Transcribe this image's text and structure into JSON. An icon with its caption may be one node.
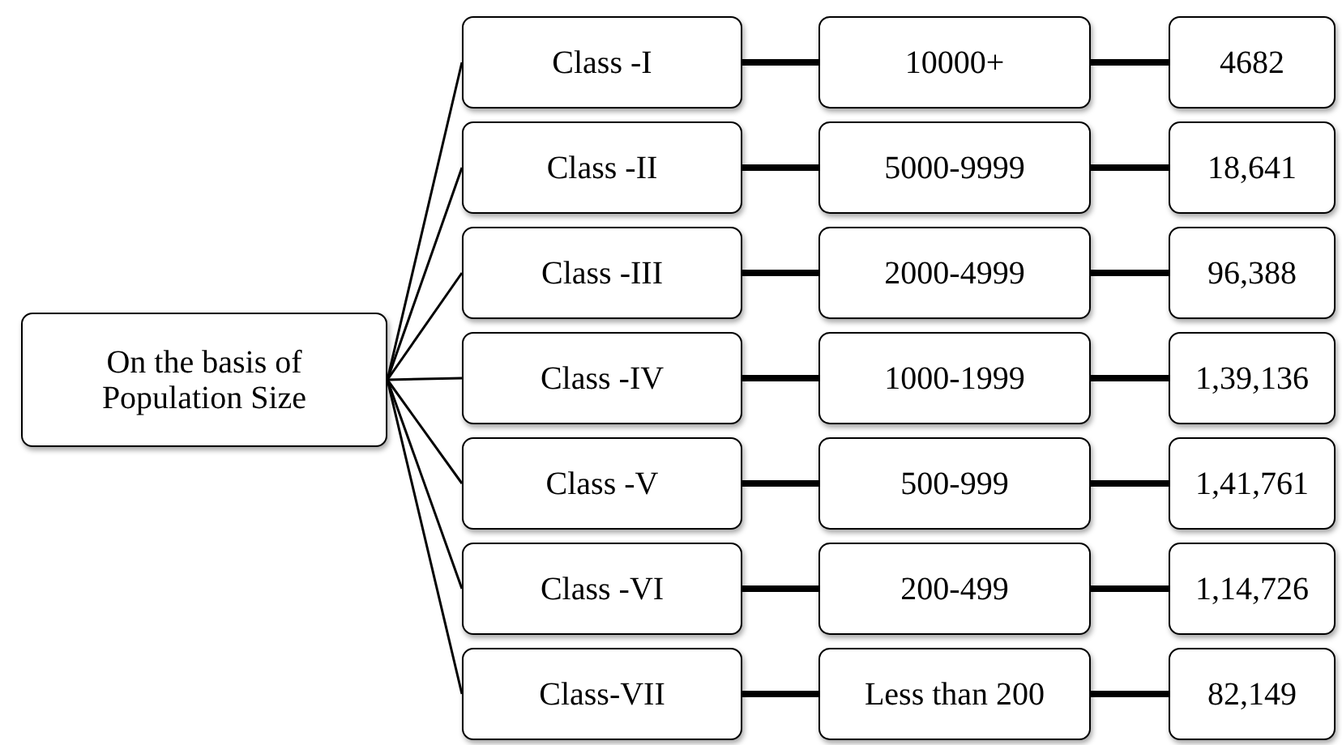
{
  "diagram": {
    "nodes": [
      {
        "text": [
          "On the basis of Population Size"
        ]
      },
      {
        "text": [
          "Class -I"
        ]
      },
      {
        "text": [
          "10000+"
        ]
      },
      {
        "text": [
          "4682"
        ]
      },
      {
        "text": [
          "Class -II"
        ]
      },
      {
        "text": [
          "5000-9999"
        ]
      },
      {
        "text": [
          "18,641"
        ]
      },
      {
        "text": [
          "Class -III"
        ]
      },
      {
        "text": [
          "2000-4999"
        ]
      },
      {
        "text": [
          "96,388"
        ]
      },
      {
        "text": [
          "Class -IV"
        ]
      },
      {
        "text": [
          "1000-1999"
        ]
      },
      {
        "text": [
          "1,39,136"
        ]
      },
      {
        "text": [
          "Class -V"
        ]
      },
      {
        "text": [
          "500-999"
        ]
      },
      {
        "text": [
          "1,41,761"
        ]
      },
      {
        "text": [
          "Class -VI"
        ]
      },
      {
        "text": [
          "200-499"
        ]
      },
      {
        "text": [
          "1,14,726"
        ]
      },
      {
        "text": [
          "Class-VII"
        ]
      },
      {
        "text": [
          "Less than 200"
        ]
      },
      {
        "text": [
          "82,149"
        ]
      }
    ],
    "edges": [
      {
        "from": 0,
        "to": 1,
        "arrow": "none"
      },
      {
        "from": 1,
        "to": 2,
        "arrow": "none"
      },
      {
        "from": 2,
        "to": 3,
        "arrow": "none"
      },
      {
        "from": 0,
        "to": 4,
        "arrow": "none"
      },
      {
        "from": 4,
        "to": 5,
        "arrow": "none"
      },
      {
        "from": 5,
        "to": 6,
        "arrow": "none"
      },
      {
        "from": 0,
        "to": 7,
        "arrow": "none"
      },
      {
        "from": 7,
        "to": 8,
        "arrow": "none"
      },
      {
        "from": 8,
        "to": 9,
        "arrow": "none"
      },
      {
        "from": 0,
        "to": 10,
        "arrow": "none"
      },
      {
        "from": 10,
        "to": 11,
        "arrow": "none"
      },
      {
        "from": 11,
        "to": 12,
        "arrow": "none"
      },
      {
        "from": 0,
        "to": 13,
        "arrow": "none"
      },
      {
        "from": 13,
        "to": 14,
        "arrow": "none"
      },
      {
        "from": 14,
        "to": 15,
        "arrow": "none"
      },
      {
        "from": 0,
        "to": 16,
        "arrow": "none"
      },
      {
        "from": 16,
        "to": 17,
        "arrow": "none"
      },
      {
        "from": 17,
        "to": 18,
        "arrow": "none"
      },
      {
        "from": 0,
        "to": 19,
        "arrow": "none"
      },
      {
        "from": 19,
        "to": 20,
        "arrow": "none"
      },
      {
        "from": 20,
        "to": 21,
        "arrow": "none"
      }
    ]
  }
}
